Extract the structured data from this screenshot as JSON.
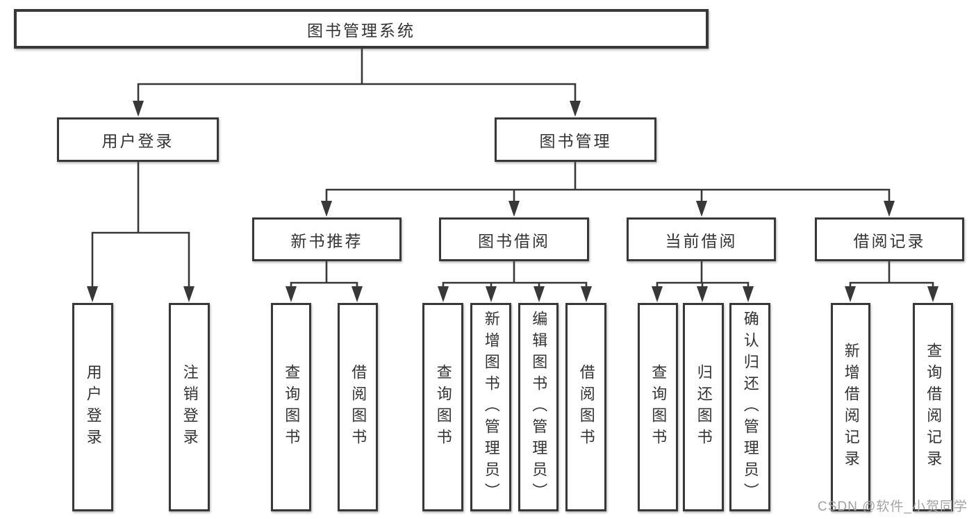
{
  "diagram_title": "图书管理系统",
  "colors": {
    "line": "#383838",
    "box_border": "#383838",
    "text": "#333333",
    "background": "#ffffff",
    "watermark": "#a3a3a3"
  },
  "watermark": {
    "text": "CSDN @软件_小贺同学"
  },
  "tree": {
    "label": "图书管理系统",
    "children": [
      {
        "label": "用户登录",
        "children": [
          {
            "label": "用户登录"
          },
          {
            "label": "注销登录"
          }
        ]
      },
      {
        "label": "图书管理",
        "children": [
          {
            "label": "新书推荐",
            "children": [
              {
                "label": "查询图书"
              },
              {
                "label": "借阅图书"
              }
            ]
          },
          {
            "label": "图书借阅",
            "children": [
              {
                "label": "查询图书"
              },
              {
                "label": "新增图书（管理员）"
              },
              {
                "label": "编辑图书（管理员）"
              },
              {
                "label": "借阅图书"
              }
            ]
          },
          {
            "label": "当前借阅",
            "children": [
              {
                "label": "查询图书"
              },
              {
                "label": "归还图书"
              },
              {
                "label": "确认归还（管理员）"
              }
            ]
          },
          {
            "label": "借阅记录",
            "children": [
              {
                "label": "新增借阅记录"
              },
              {
                "label": "查询借阅记录"
              }
            ]
          }
        ]
      }
    ]
  }
}
